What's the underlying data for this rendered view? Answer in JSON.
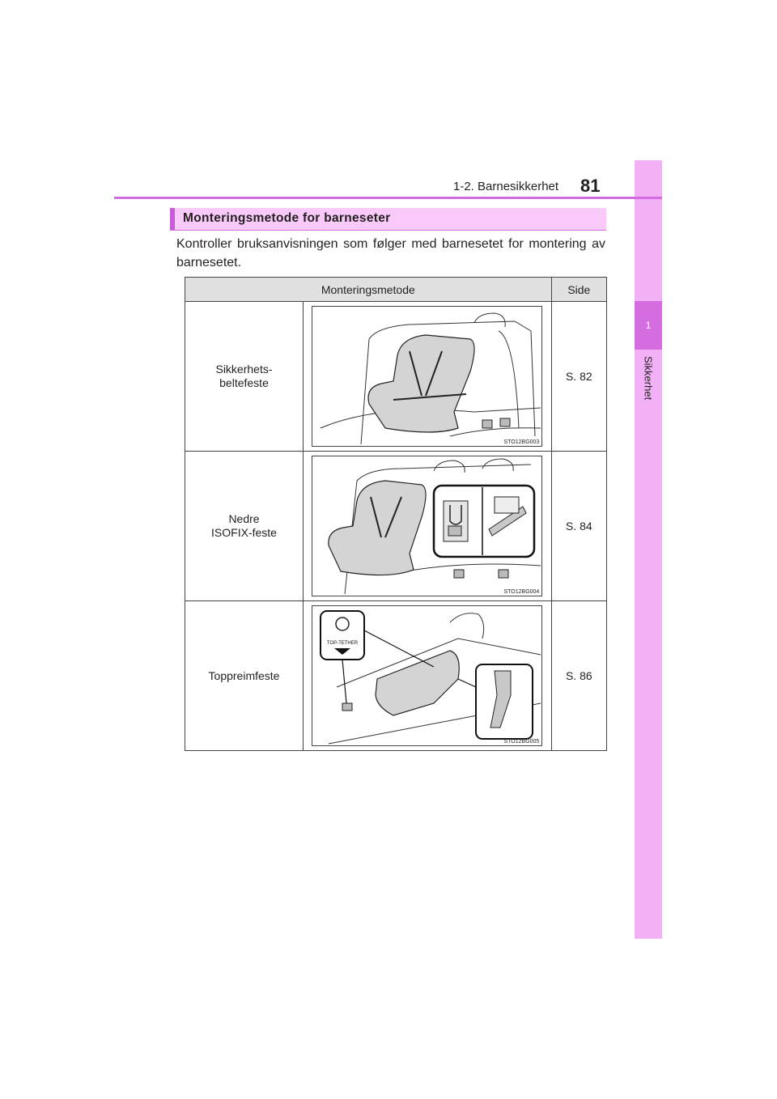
{
  "header": {
    "section": "1-2. Barnesikkerhet",
    "page_number": "81"
  },
  "side_tab": {
    "chapter_number": "1",
    "chapter_label": "Sikkerhet"
  },
  "section": {
    "title": "Monteringsmetode for barneseter",
    "intro": "Kontroller bruksanvisningen som følger med barnesetet for montering av barnesetet."
  },
  "table": {
    "columns": [
      "Monteringsmetode",
      "Side"
    ],
    "rows": [
      {
        "label_line1": "Sikkerhets-",
        "label_line2": "beltefeste",
        "figure_code": "STO12BG003",
        "page": "S. 82"
      },
      {
        "label_line1": "Nedre",
        "label_line2": "ISOFIX-feste",
        "figure_code": "STO12BG004",
        "page": "S. 84"
      },
      {
        "label_line1": "Toppreimfeste",
        "label_line2": "",
        "figure_code": "STO12BG005",
        "page": "S. 86"
      }
    ]
  },
  "figure3_badge_text": "TOP-TETHER",
  "colors": {
    "accent": "#d36de0",
    "tab": "#f2b0f7",
    "section_bar": "#f9caf9",
    "table_header": "#e1e1e1"
  }
}
